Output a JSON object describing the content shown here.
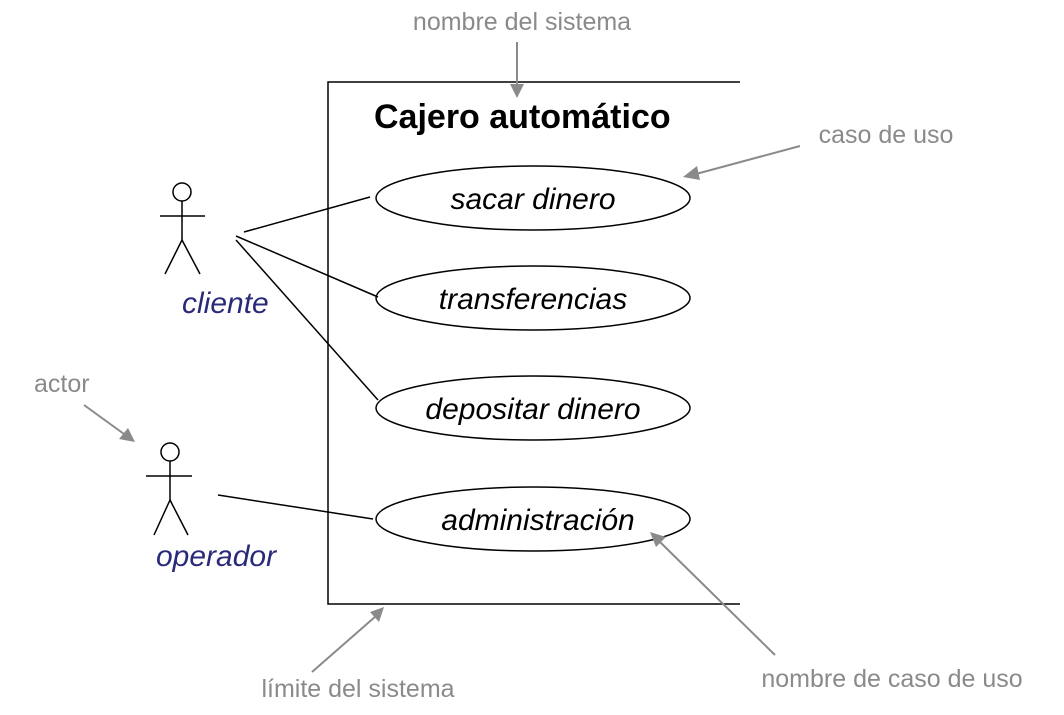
{
  "system": {
    "title": "Cajero automático"
  },
  "use_cases": [
    {
      "label": "sacar dinero"
    },
    {
      "label": "transferencias"
    },
    {
      "label": "depositar dinero"
    },
    {
      "label": "administración"
    }
  ],
  "actors": [
    {
      "label": "cliente"
    },
    {
      "label": "operador"
    }
  ],
  "annotations": {
    "system_name": "nombre del sistema",
    "use_case": "caso de uso",
    "actor": "actor",
    "system_boundary": "límite del sistema",
    "use_case_name": "nombre de caso de uso"
  },
  "colors": {
    "actor_label": "#2a2a7a",
    "annotation": "#8a8a8a"
  }
}
